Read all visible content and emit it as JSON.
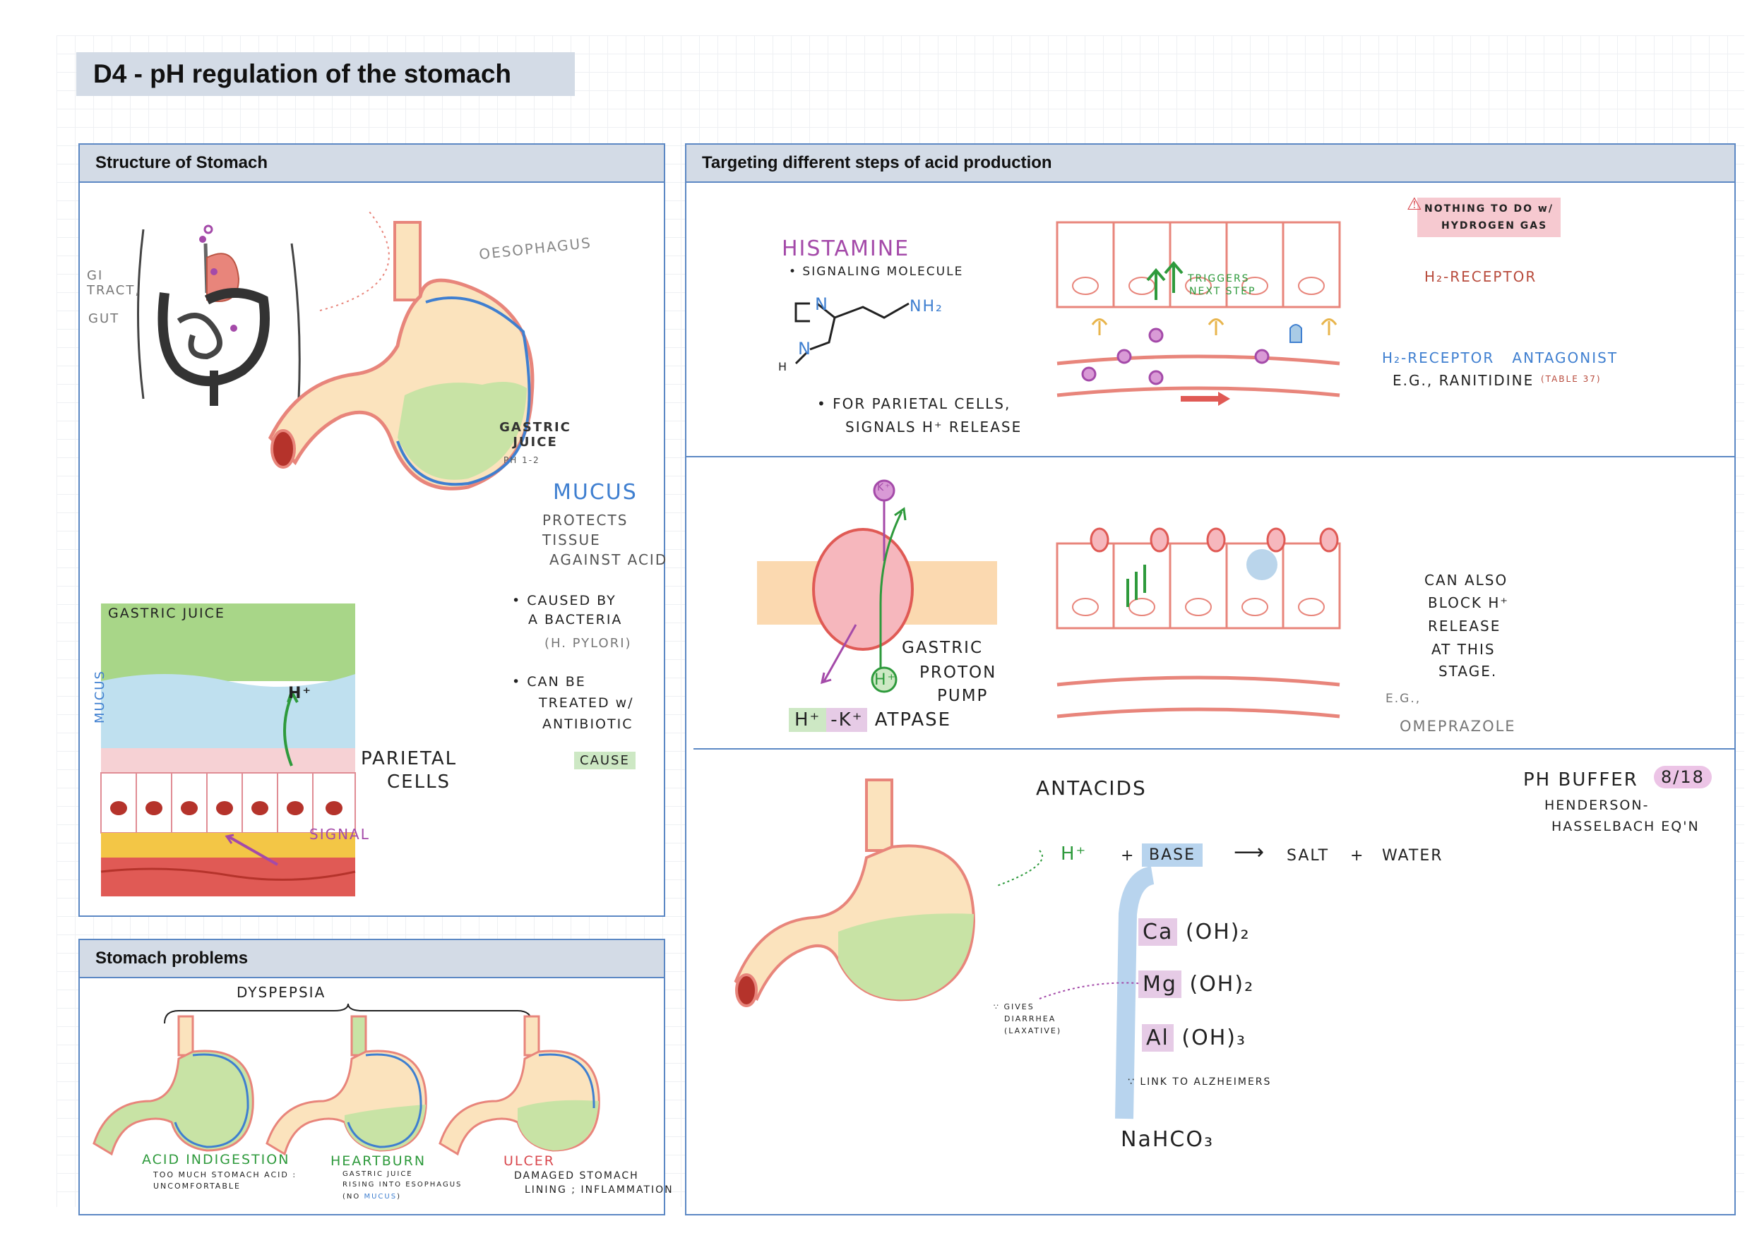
{
  "page_title": "D4 - pH regulation of the stomach",
  "structure": {
    "header": "Structure of Stomach",
    "gi_label": "GI TRACT,",
    "gut_label": "GUT",
    "oesophagus": "OESOPHAGUS",
    "gastric_juice": "GASTRIC JUICE",
    "ph_note": "PH 1-2",
    "mucus_title": "MUCUS",
    "mucus_desc": [
      "PROTECTS",
      "TISSUE",
      "AGAINST ACID"
    ],
    "cause_1": [
      "• CAUSED BY",
      "A BACTERIA",
      "(H. PYLORI)"
    ],
    "cause_2": [
      "• CAN BE",
      "TREATED w/",
      "ANTIBIOTIC"
    ],
    "cause_tag": "CAUSE",
    "inset_gastric_juice": "GASTRIC JUICE",
    "h_plus": "H⁺",
    "mucus_side": "MUCUS",
    "parietal_cells": [
      "PARIETAL",
      "CELLS"
    ],
    "signal": "SIGNAL"
  },
  "problems": {
    "header": "Stomach problems",
    "dyspepsia": "DYSPEPSIA",
    "items": [
      {
        "name": "ACID INDIGESTION",
        "desc": [
          "TOO MUCH STOMACH ACID :",
          "UNCOMFORTABLE"
        ]
      },
      {
        "name": "HEARTBURN",
        "desc": [
          "GASTRIC JUICE",
          "RISING INTO ESOPHAGUS"
        ],
        "note_prefix": "(NO",
        "note_word": "MUCUS",
        "note_suffix": ")"
      },
      {
        "name": "ULCER",
        "desc": [
          "DAMAGED STOMACH",
          "LINING ; INFLAMMATION"
        ]
      }
    ]
  },
  "targeting": {
    "header": "Targeting different steps of acid production",
    "histamine": "HISTAMINE",
    "signaling": "• SIGNALING MOLECULE",
    "mol_N1": "N",
    "mol_N2": "N",
    "mol_NH2": "NH₂",
    "mol_H": "H",
    "parietal_note": [
      "• FOR PARIETAL CELLS,",
      "SIGNALS H⁺ RELEASE"
    ],
    "triggers": [
      "TRIGGERS",
      "NEXT STEP"
    ],
    "warning": [
      "NOTHING TO DO w/",
      "HYDROGEN GAS"
    ],
    "h2_receptor": "H₂-RECEPTOR",
    "h2_antagonist_a": "H₂-RECEPTOR",
    "h2_antagonist_b": "ANTAGONIST",
    "h2_example": "E.G., RANITIDINE",
    "table_ref": "(TABLE 37)",
    "k_plus": "K⁺",
    "pump": [
      "GASTRIC",
      "PROTON",
      "PUMP"
    ],
    "h_plus": "H⁺",
    "atpase_h": "H⁺",
    "atpase_k": "-K⁺",
    "atpase_word": "ATPASE",
    "block_note": [
      "CAN ALSO",
      "BLOCK H⁺",
      "RELEASE",
      "AT THIS",
      "STAGE."
    ],
    "eg": "E.G.,",
    "omeprazole": "OMEPRAZOLE",
    "antacids": "ANTACIDS",
    "ph_buffer": "PH BUFFER",
    "date": "8/18",
    "henderson": [
      "HENDERSON-",
      "HASSELBACH EQ'N"
    ],
    "eq_h": "H⁺",
    "eq_plus": "+",
    "eq_base": "BASE",
    "eq_arrow": "⟶",
    "eq_salt": "SALT",
    "eq_water": "WATER",
    "ca_sym": "Ca",
    "ca_rest": "(OH)₂",
    "mg_sym": "Mg",
    "mg_rest": "(OH)₂",
    "al_sym": "Al",
    "al_rest": "(OH)₃",
    "diarrhea": [
      "∵ GIVES",
      "DIARRHEA",
      "(LAXATIVE)"
    ],
    "alzheimers": "∵ LINK TO ALZHEIMERS",
    "nahco3": "NaHCO₃"
  },
  "colors": {
    "panel_border": "#5c88c4",
    "header_bg": "#d3dbe6",
    "stomach_fill": "#fbe3bd",
    "stomach_outline": "#e8857b",
    "juice": "#c8e3a5",
    "mucus": "#3f7fd0",
    "histamine": "#a44aa9",
    "acid_green": "#2e9a3c",
    "receptor_text": "#b84b3c"
  }
}
